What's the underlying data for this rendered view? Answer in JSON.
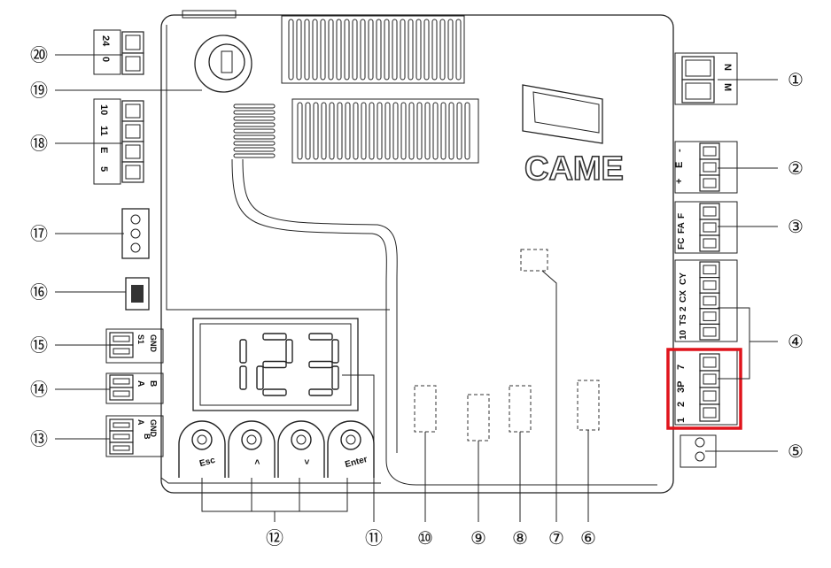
{
  "diagram": {
    "brand": "CAME",
    "callouts": [
      {
        "id": "1",
        "label": "①"
      },
      {
        "id": "2",
        "label": "②"
      },
      {
        "id": "3",
        "label": "③"
      },
      {
        "id": "4",
        "label": "④"
      },
      {
        "id": "5",
        "label": "⑤"
      },
      {
        "id": "6",
        "label": "⑥"
      },
      {
        "id": "7",
        "label": "⑦"
      },
      {
        "id": "8",
        "label": "⑧"
      },
      {
        "id": "9",
        "label": "⑨"
      },
      {
        "id": "10",
        "label": "⑩"
      },
      {
        "id": "11",
        "label": "⑪"
      },
      {
        "id": "12",
        "label": "⑫"
      },
      {
        "id": "13",
        "label": "⑬"
      },
      {
        "id": "14",
        "label": "⑭"
      },
      {
        "id": "15",
        "label": "⑮"
      },
      {
        "id": "16",
        "label": "⑯"
      },
      {
        "id": "17",
        "label": "⑰"
      },
      {
        "id": "18",
        "label": "⑱"
      },
      {
        "id": "19",
        "label": "⑲"
      },
      {
        "id": "20",
        "label": "⑳"
      }
    ],
    "terminals": {
      "t20": [
        "24",
        "0"
      ],
      "t18": [
        "10",
        "11",
        "E",
        "5"
      ],
      "t1": [
        "N",
        "M"
      ],
      "t2": [
        "+",
        "E",
        "-"
      ],
      "t3": [
        "FC",
        "FA",
        "F"
      ],
      "t4": [
        "10",
        "TS",
        "2",
        "CX",
        "CY"
      ],
      "t4b": [
        "1",
        "2",
        "3P",
        "7"
      ],
      "t15": [
        "S1",
        "GND"
      ],
      "t14": [
        "A",
        "B"
      ],
      "t13": [
        "A",
        "B",
        "GND"
      ]
    },
    "display_digits": [
      "1",
      "2",
      "3"
    ],
    "buttons": [
      "Esc",
      "<",
      ">",
      "Enter"
    ],
    "highlight_color": "#e0141c"
  }
}
